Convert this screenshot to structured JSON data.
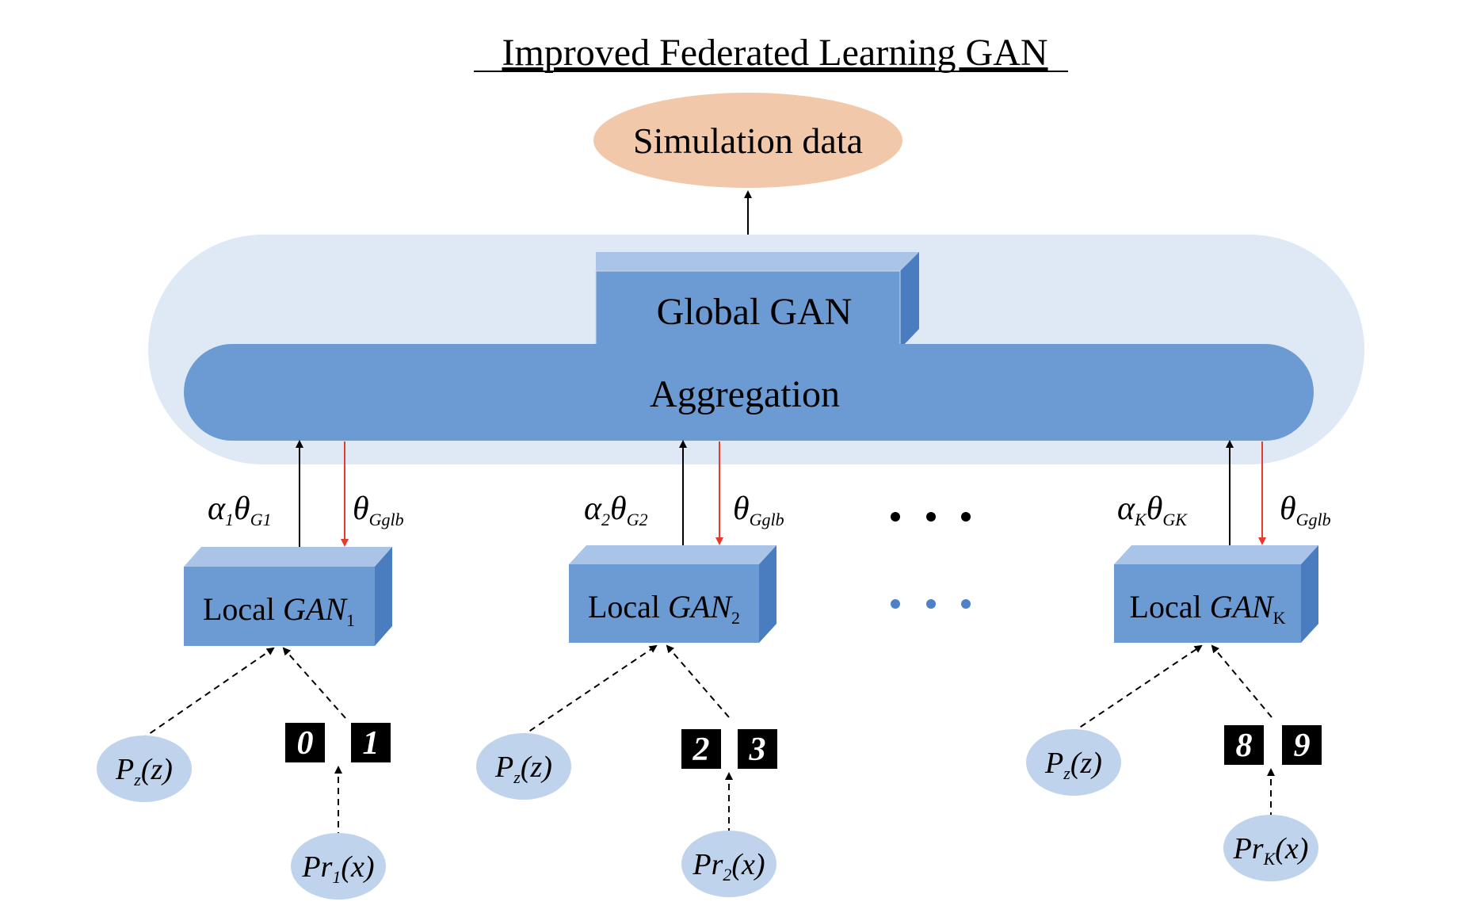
{
  "title": "Improved Federated Learning GAN",
  "output": {
    "label": "Simulation data"
  },
  "global": {
    "label": "Global GAN"
  },
  "aggregation": {
    "label": "Aggregation"
  },
  "clients": [
    {
      "up": {
        "sym": "α",
        "idx": "1",
        "theta": "θ",
        "tsub": "G1"
      },
      "down": {
        "theta": "θ",
        "tsub": "Gglb"
      },
      "local": {
        "text": "Local ",
        "gan": "GAN",
        "sub": "1"
      },
      "noise": {
        "p": "P",
        "sub": "z",
        "arg": "(z)"
      },
      "real": {
        "p": "Pr",
        "sub": "1",
        "arg": "(x)"
      },
      "digits": [
        "0",
        "1"
      ]
    },
    {
      "up": {
        "sym": "α",
        "idx": "2",
        "theta": "θ",
        "tsub": "G2"
      },
      "down": {
        "theta": "θ",
        "tsub": "Gglb"
      },
      "local": {
        "text": "Local ",
        "gan": "GAN",
        "sub": "2"
      },
      "noise": {
        "p": "P",
        "sub": "z",
        "arg": "(z)"
      },
      "real": {
        "p": "Pr",
        "sub": "2",
        "arg": "(x)"
      },
      "digits": [
        "2",
        "3"
      ]
    },
    {
      "up": {
        "sym": "α",
        "idx": "K",
        "theta": "θ",
        "tsub": "GK"
      },
      "down": {
        "theta": "θ",
        "tsub": "Gglb"
      },
      "local": {
        "text": "Local ",
        "gan": "GAN",
        "sub": "K"
      },
      "noise": {
        "p": "P",
        "sub": "z",
        "arg": "(z)"
      },
      "real": {
        "p": "Pr",
        "sub": "K",
        "arg": "(x)"
      },
      "digits": [
        "8",
        "9"
      ]
    }
  ],
  "colors": {
    "box_front": "#6b9bd2",
    "box_top": "#a9c4e6",
    "box_side": "#4a7cc0",
    "container": "#dfe9f5",
    "ellipse_small": "#bfd4ec",
    "ellipse_output": "#f1c8a9",
    "arrow_down": "#e8392d",
    "dots_blue": "#4f81c7"
  }
}
